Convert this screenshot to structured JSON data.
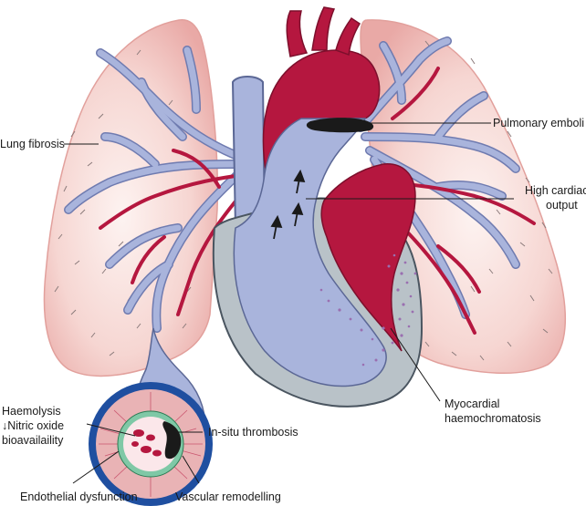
{
  "labels": {
    "lung_fibrosis": "Lung fibrosis",
    "pulmonary_emboli": "Pulmonary emboli",
    "high_cardiac_output_line1": "High cardiac",
    "high_cardiac_output_line2": "output",
    "myocardial_line1": "Myocardial",
    "myocardial_line2": "haemochromatosis",
    "haemolysis_line1": "Haemolysis",
    "haemolysis_line2": "↓Nitric oxide",
    "haemolysis_line3": "bioavailaility",
    "in_situ_thrombosis": "In-situ thrombosis",
    "endothelial_dysfunction": "Endothelial dysfunction",
    "vascular_remodelling": "Vascular remodelling"
  },
  "colors": {
    "lung": "#f2c6c2",
    "lung_edge": "#e7a3a0",
    "vessel_blue": "#a9b4dc",
    "vessel_blue_edge": "#6f7bb0",
    "artery_red": "#b5173f",
    "myocardium_gray": "#b9c2c8",
    "embolus_black": "#1a1a1a",
    "vessel_wall_blue": "#1f4fa0",
    "endothelium_green": "#7fc8a6"
  }
}
